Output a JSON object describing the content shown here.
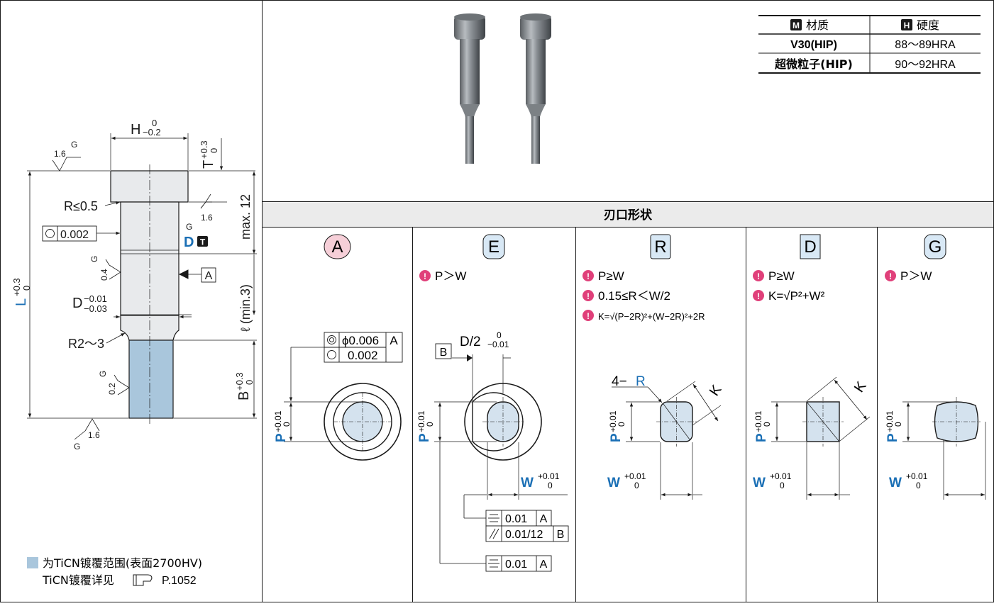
{
  "materials_table": {
    "header_material_badge": "M",
    "header_material": "材质",
    "header_hardness_badge": "H",
    "header_hardness": "硬度",
    "rows": [
      {
        "material": "V30(HIP)",
        "hardness": "88～89HRA"
      },
      {
        "material": "超微粒子(HIP)",
        "hardness": "90～92HRA"
      }
    ]
  },
  "shape_section": {
    "title": "刃口形状"
  },
  "shapes": [
    {
      "letter": "A",
      "conditions": []
    },
    {
      "letter": "E",
      "conditions": [
        "P＞W"
      ]
    },
    {
      "letter": "R",
      "conditions": [
        "P≥W",
        "0.15≤R＜W/2",
        "K=√(P−2R)²+(W−2R)²+2R"
      ]
    },
    {
      "letter": "D",
      "conditions": [
        "P≥W",
        "K=√P²+W²"
      ]
    },
    {
      "letter": "G",
      "conditions": [
        "P＞W"
      ]
    }
  ],
  "punch_drawing": {
    "h_label": "H",
    "h_tol_upper": "0",
    "h_tol_lower": "−0.2",
    "t_label": "T",
    "t_tol_upper": "+0.3",
    "t_tol_lower": "0",
    "max12": "max. 12",
    "r_head": "R≤0.5",
    "circularity": "0.002",
    "d_label": "D",
    "d_badge": "T",
    "d_dim": "D",
    "d_tol_upper": "−0.01",
    "d_tol_lower": "−0.03",
    "datum_a": "A",
    "l_label": "ℓ (min.3)",
    "L_label": "L",
    "L_tol_upper": "+0.3",
    "L_tol_lower": "0",
    "b_label": "B",
    "b_tol_upper": "+0.3",
    "b_tol_lower": "0",
    "r_neck": "R2～3",
    "roughness_g": "G",
    "roughness_16": "1.6",
    "roughness_04": "0.4",
    "roughness_02": "0.2"
  },
  "shape_a": {
    "concentricity": "ϕ0.006",
    "concentricity_datum": "A",
    "circularity": "0.002",
    "p_label": "P",
    "p_tol_upper": "+0.01",
    "p_tol_lower": "0"
  },
  "shape_e": {
    "datum_b": "B",
    "d2_label": "D/2",
    "d2_tol_upper": "0",
    "d2_tol_lower": "−0.01",
    "p_label": "P",
    "p_tol_upper": "+0.01",
    "p_tol_lower": "0",
    "w_label": "W",
    "w_tol_upper": "+0.01",
    "w_tol_lower": "0",
    "sym1_value": "0.01",
    "sym1_datum": "A",
    "par_value": "0.01/12",
    "par_datum": "B",
    "sym2_value": "0.01",
    "sym2_datum": "A"
  },
  "shape_r": {
    "r_label_prefix": "4−",
    "r_label": "R",
    "k_label": "K",
    "p_label": "P",
    "p_tol_upper": "+0.01",
    "p_tol_lower": "0",
    "w_label": "W",
    "w_tol_upper": "+0.01",
    "w_tol_lower": "0"
  },
  "shape_d": {
    "k_label": "K",
    "p_label": "P",
    "p_tol_upper": "+0.01",
    "p_tol_lower": "0",
    "w_label": "W",
    "w_tol_upper": "+0.01",
    "w_tol_lower": "0"
  },
  "shape_g": {
    "p_label": "P",
    "p_tol_upper": "+0.01",
    "p_tol_lower": "0",
    "w_label": "W",
    "w_tol_upper": "+0.01",
    "w_tol_lower": "0"
  },
  "coating_note": {
    "line1": "为TiCN镀覆范围(表面2700HV)",
    "line2_prefix": "TiCN镀覆详见",
    "page_ref": "P.1052"
  },
  "colors": {
    "coating": "#a9c6dc",
    "blue_text": "#1a6fb5",
    "alert_pink": "#e0407a",
    "badge_a": "#f6cfd8",
    "badge_other": "#d8e8f5",
    "shape_fill": "#d4e2ee",
    "header_gray": "#ebebeb"
  }
}
